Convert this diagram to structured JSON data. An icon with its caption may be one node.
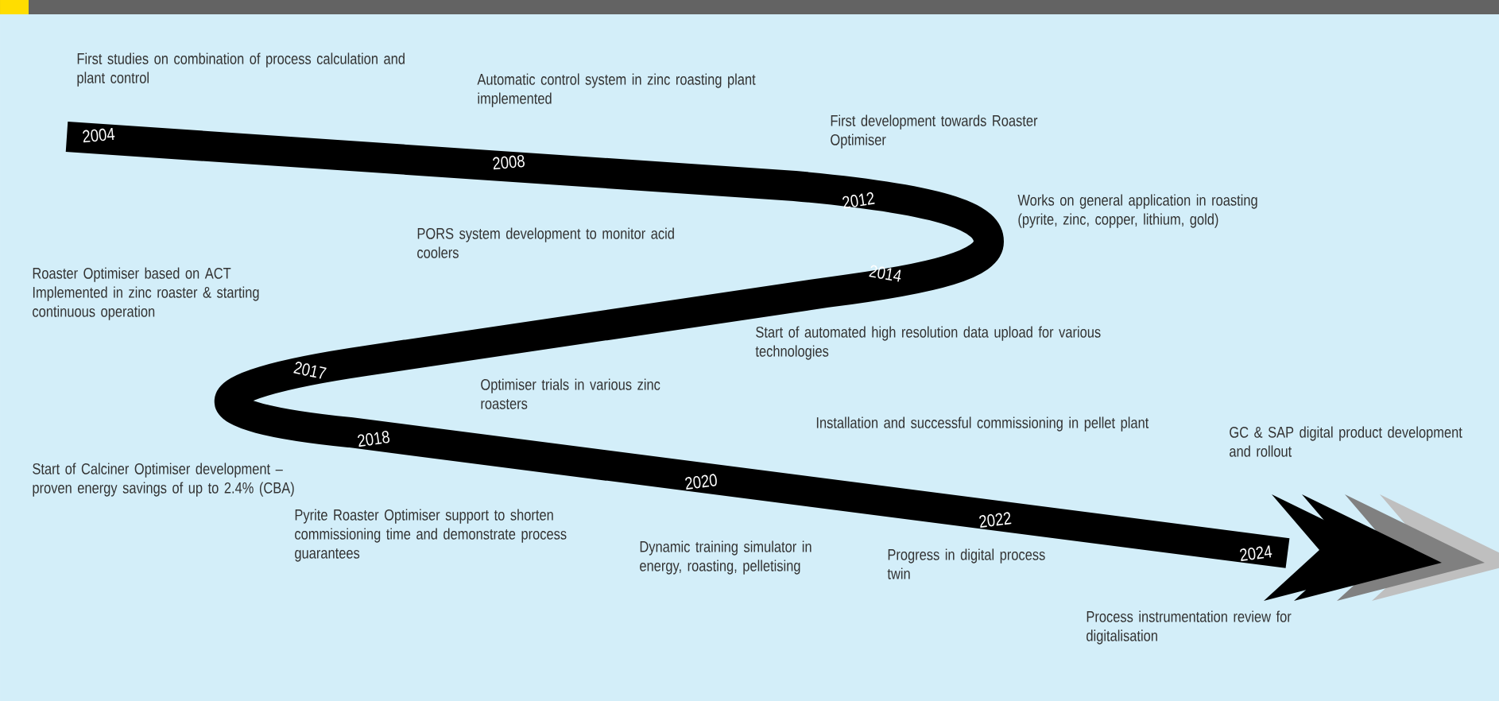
{
  "diagram": {
    "labels": [
      "2004",
      "2008",
      "2012",
      "2014",
      "2017",
      "2018",
      "2020",
      "2022",
      "2024",
      "First studies on combination of process calculation and plant control",
      "Automatic control system in zinc roasting plant implemented",
      "First development towards Roaster Optimiser",
      "Works on general application in roasting (pyrite, zinc, copper, lithium, gold)",
      "PORS system development to monitor acid coolers",
      "Roaster Optimiser based on ACT Implemented in zinc roaster & starting continuous operation",
      "Start of automated high resolution data upload for various technologies",
      "Optimiser trials in various zinc roasters",
      "Installation and successful commissioning in pellet plant",
      "GC & SAP digital product development and rollout",
      "Start of Calciner Optimiser development – proven energy savings of up to 2.4% (CBA)",
      "Pyrite Roaster Optimiser support to shorten commissioning time and demonstrate process guarantees",
      "Dynamic training simulator in energy, roasting, pelletising",
      "Progress in digital process twin",
      "Process instrumentation review for digitalisation"
    ]
  }
}
